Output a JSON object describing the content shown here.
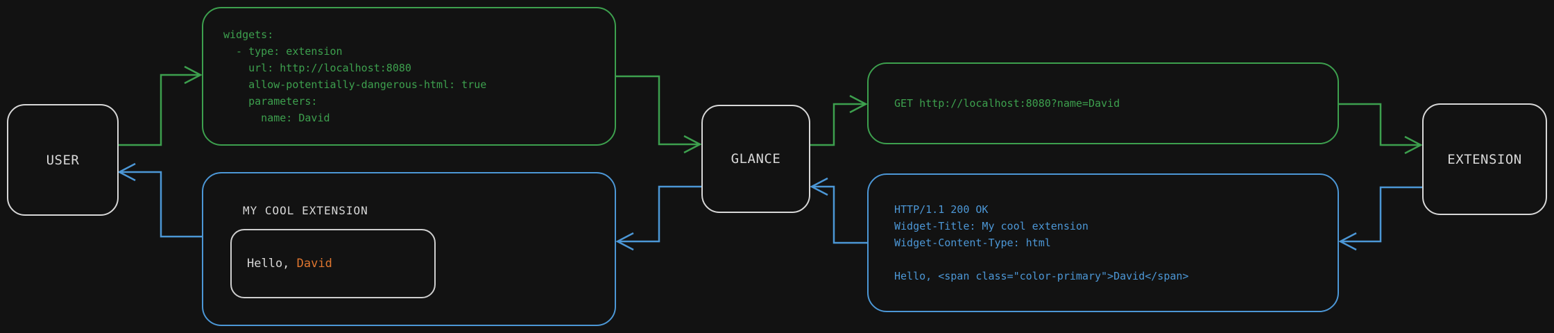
{
  "colors": {
    "background": "#121212",
    "green": "#3da04e",
    "blue": "#4c97d6",
    "orange": "#e0762f",
    "node_border": "#d8d8d8",
    "text_light": "#d8d8d8"
  },
  "nodes": {
    "user": {
      "label": "USER"
    },
    "glance": {
      "label": "GLANCE"
    },
    "extension": {
      "label": "EXTENSION"
    }
  },
  "config_box": {
    "lines": [
      "widgets:",
      "  - type: extension",
      "    url: http://localhost:8080",
      "    allow-potentially-dangerous-html: true",
      "    parameters:",
      "      name: David"
    ]
  },
  "request_box": {
    "text": "GET http://localhost:8080?name=David"
  },
  "response_box": {
    "lines": [
      "HTTP/1.1 200 OK",
      "Widget-Title: My cool extension",
      "Widget-Content-Type: html",
      "",
      "Hello, <span class=\"color-primary\">David</span>"
    ]
  },
  "widget_box": {
    "title": "MY COOL EXTENSION",
    "greeting_prefix": "Hello, ",
    "greeting_name": "David"
  }
}
